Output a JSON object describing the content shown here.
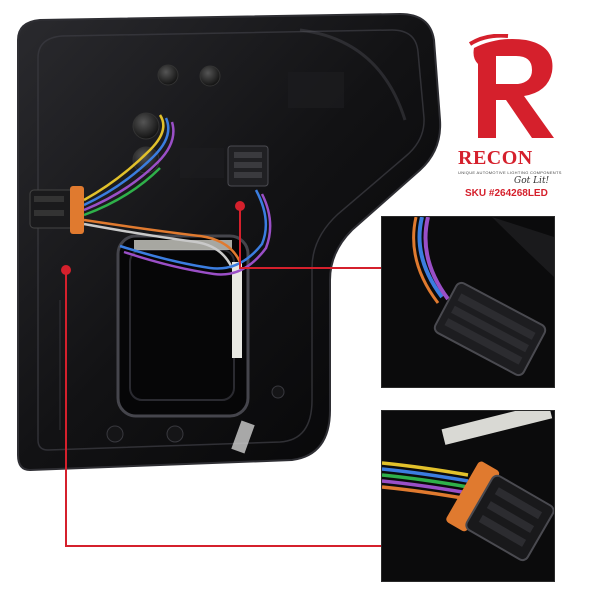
{
  "brand": {
    "wordmark": "RECON",
    "tagline": "UNIQUE AUTOMOTIVE LIGHTING COMPONENTS",
    "slogan": "Got Lit!",
    "color": "#d5202c"
  },
  "product": {
    "sku": "SKU #264268LED"
  },
  "callouts": {
    "marker_color": "#d5202c",
    "line_color": "#d5202c"
  },
  "icons": {
    "logo": "recon-r-logo-icon"
  }
}
